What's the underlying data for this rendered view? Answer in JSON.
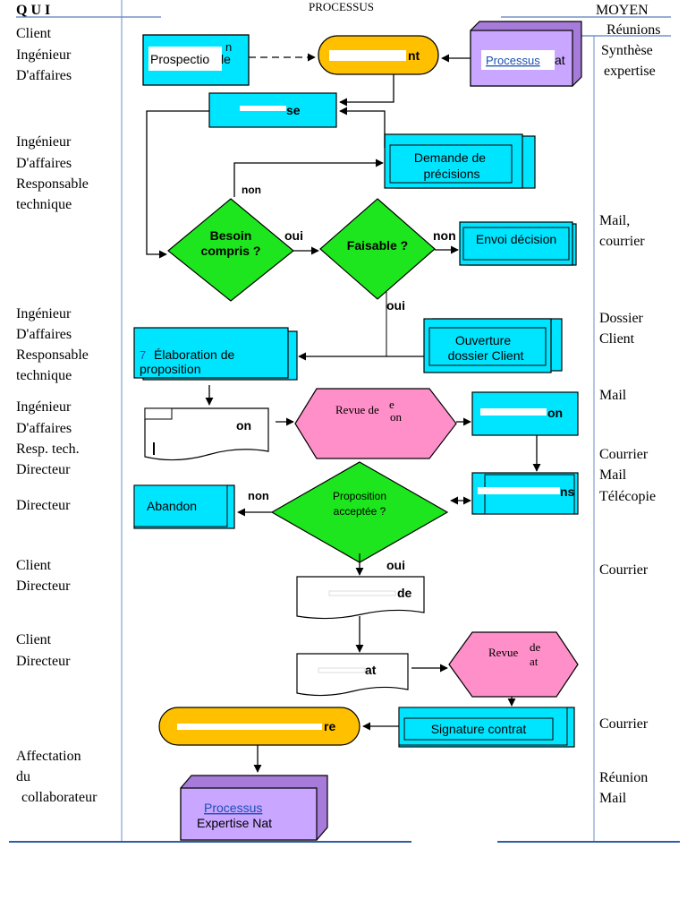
{
  "header": {
    "qui": "Q U I",
    "processus": "PROCESSUS",
    "moyen": "MOYEN"
  },
  "qui_column": [
    {
      "lines": [
        "Client",
        "Ingénieur",
        "D'affaires"
      ]
    },
    {
      "lines": [
        "Ingénieur",
        "D'affaires",
        "Responsable",
        "technique"
      ]
    },
    {
      "lines": [
        "Ingénieur",
        "D'affaires",
        "Responsable",
        "technique"
      ]
    },
    {
      "lines": [
        "Ingénieur",
        "D'affaires",
        "Resp.  tech.",
        "Directeur"
      ]
    },
    {
      "lines": [
        "Directeur"
      ]
    },
    {
      "lines": [
        "Client",
        "Directeur"
      ]
    },
    {
      "lines": [
        "Client",
        "Directeur"
      ]
    },
    {
      "lines": [
        "Affectation",
        "du",
        "collaborateur"
      ]
    }
  ],
  "moyen_column": [
    {
      "lines": [
        "Réunions",
        "Synthèse",
        "expertise"
      ]
    },
    {
      "lines": [
        "Mail,",
        "courrier"
      ]
    },
    {
      "lines": [
        "Dossier",
        "Client"
      ]
    },
    {
      "lines": [
        "Mail"
      ]
    },
    {
      "lines": [
        "Courrier",
        "Mail",
        "Télécopie"
      ]
    },
    {
      "lines": [
        "Courrier"
      ]
    },
    {
      "lines": [
        "Courrier"
      ]
    },
    {
      "lines": [
        "Réunion",
        "Mail"
      ]
    }
  ],
  "nodes": {
    "prospection": "Prospectio",
    "prospection_tail": "le",
    "prospection_back": "n",
    "top_oval_tail": "nt",
    "processus_link": "Processus",
    "processus_tail": "at",
    "analyse_tail": "se",
    "demande_line1": "Demande de",
    "demande_line2": "précisions",
    "besoin_line1": "Besoin",
    "besoin_line2": "compris ?",
    "faisable": "Faisable ?",
    "envoi": "Envoi décision",
    "elaboration_num": "7",
    "elaboration_line1": "Élaboration  de",
    "elaboration_line2": "proposition",
    "ouverture_line1": "Ouverture",
    "ouverture_line2": "dossier Client",
    "doc_tail": "on",
    "revue1_line1": "Revue de",
    "revue1_line1_tail": "e",
    "revue1_line2": "on",
    "right_box1_tail": "on",
    "right_box2_tail": "ns",
    "abandon": "Abandon",
    "proposition_line1": "Proposition",
    "proposition_line2": "acceptée ?",
    "commande_tail": "de",
    "contrat_tail": "at",
    "revue2_line1": "Revue",
    "revue2_line1_tail": "de",
    "revue2_line2": "at",
    "signature": "Signature contrat",
    "lancement_tail": "re",
    "processus2_link": "Processus",
    "processus2_line2": "Expertise Nat"
  },
  "edges": {
    "non1": "non",
    "oui1": "oui",
    "non2": "non",
    "oui2": "oui",
    "non3": "non",
    "oui3": "oui"
  },
  "colors": {
    "cyan": "#00e5ff",
    "green": "#1ee61e",
    "pink": "#ff8fc8",
    "orange": "#ffc000",
    "purple": "#c9a6ff",
    "rule": "#2f5ea8"
  }
}
